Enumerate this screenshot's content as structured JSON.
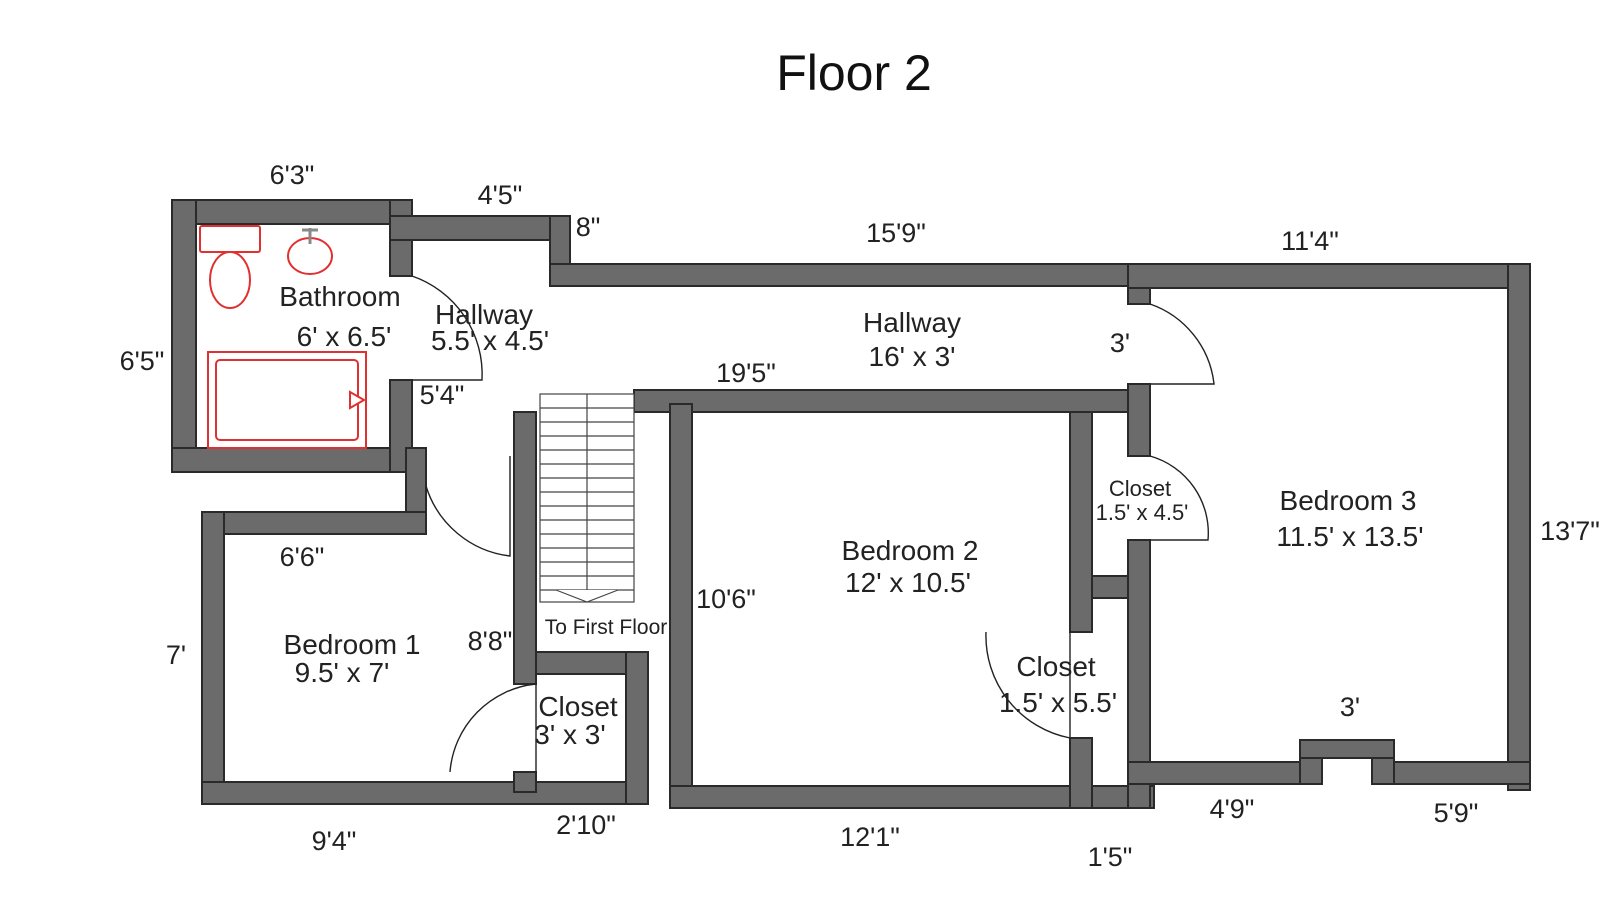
{
  "title": "Floor 2",
  "rooms": {
    "bathroom": {
      "name": "Bathroom",
      "size": "6' x 6.5'"
    },
    "hallway_small": {
      "name": "Hallway",
      "size": "5.5' x 4.5'"
    },
    "hallway_main": {
      "name": "Hallway",
      "size": "16' x 3'"
    },
    "bedroom1": {
      "name": "Bedroom 1",
      "size": "9.5' x 7'"
    },
    "bedroom2": {
      "name": "Bedroom 2",
      "size": "12' x 10.5'"
    },
    "bedroom3": {
      "name": "Bedroom 3",
      "size": "11.5' x 13.5'"
    },
    "closet_b1": {
      "name": "Closet",
      "size": "3' x 3'"
    },
    "closet_b2": {
      "name": "Closet",
      "size": "1.5' x 5.5'"
    },
    "closet_b3": {
      "name": "Closet",
      "size": "1.5' x 4.5'"
    }
  },
  "stairs_label": "To First Floor",
  "dimensions": {
    "bath_top": "6'3\"",
    "hall_top": "4'5\"",
    "hall_jog": "8\"",
    "main_top": "15'9\"",
    "bed3_top": "11'4\"",
    "bath_left": "6'5\"",
    "hall_door": "3'",
    "hall_bottom": "19'5\"",
    "hall_right": "5'4\"",
    "bed1_top": "6'6\"",
    "bed1_left": "7'",
    "bed1_right": "8'8\"",
    "bed2_left": "10'6\"",
    "bed3_right": "13'7\"",
    "bed3_window": "3'",
    "bed1_bottom": "9'4\"",
    "closet_bottom": "2'10\"",
    "bed2_bottom": "12'1\"",
    "closet_gap": "1'5\"",
    "bed3_bottom_left": "4'9\"",
    "bed3_bottom_right": "5'9\""
  }
}
